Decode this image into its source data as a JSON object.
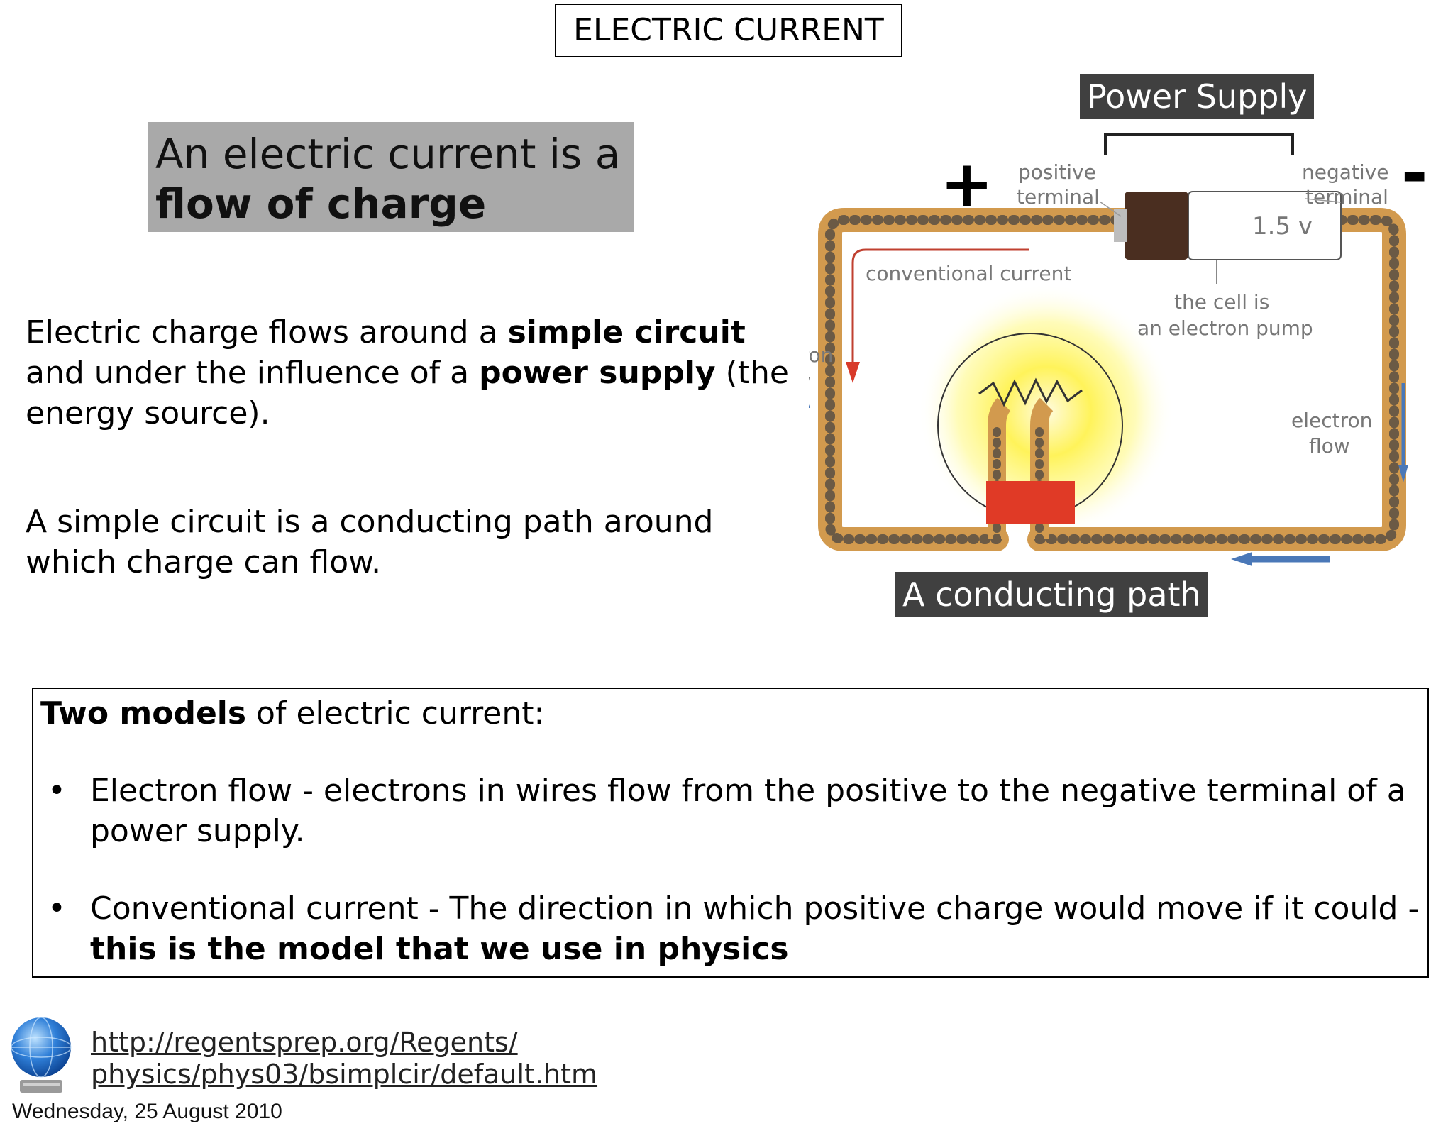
{
  "slide": {
    "title": "ELECTRIC CURRENT",
    "definition": {
      "line1": "An electric current is a",
      "line2_bold": "flow of charge"
    },
    "paragraph1": {
      "t1": "Electric charge flows around a ",
      "b1": "simple circuit",
      "t2": " and under the influence of a ",
      "b2": "power supply",
      "t3": " (the energy source)."
    },
    "paragraph2": "A simple circuit is a conducting path around which charge can flow.",
    "models": {
      "heading_bold": "Two models",
      "heading_rest": " of electric current:",
      "bullets": [
        {
          "text": "Electron flow - electrons in wires flow from the positive to the negative terminal of a power supply.",
          "bold": ""
        },
        {
          "text": "Conventional current - The direction in which positive charge would move if it could - ",
          "bold": "this is the model that we use in physics"
        }
      ]
    },
    "footer": {
      "link_line1": "http://regentsprep.org/Regents/",
      "link_line2": "physics/phys03/bsimplcir/default.htm",
      "date": "Wednesday, 25 August 2010",
      "globe_icon": "globe-icon"
    }
  },
  "diagram": {
    "power_supply_label": "Power Supply",
    "conducting_path_label": "A conducting path",
    "plus_sign": "+",
    "minus_sign": "-",
    "positive_terminal": [
      "positive",
      "terminal"
    ],
    "negative_terminal": [
      "negative",
      "terminal"
    ],
    "cell_voltage": "1.5 v",
    "conventional_current": "conventional current",
    "cell_note": [
      "the cell is",
      "an electron pump"
    ],
    "electron_flow_left": [
      "electron",
      "flow"
    ],
    "electron_flow_right": [
      "electron",
      "flow"
    ],
    "colors": {
      "label_bg": "#404040",
      "wire": "#d9a04f",
      "bead": "#6b5a45",
      "arrow_blue": "#4a78b8",
      "arrow_red": "#d83a2a",
      "glow": "#fff200",
      "bulb_base": "#e03a26"
    }
  }
}
